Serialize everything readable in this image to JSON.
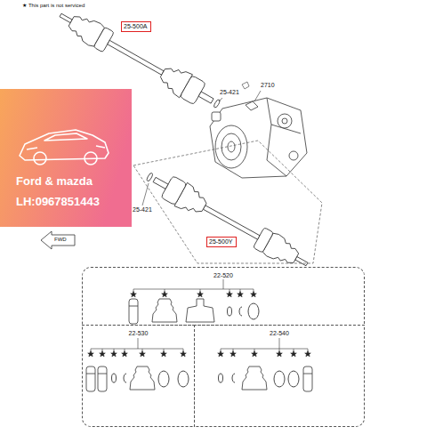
{
  "diagram": {
    "nodes": [
      {
        "text": [
          "Ford & mazda",
          "LH:0967851443"
        ]
      },
      {
        "text": [
          "25-500A"
        ]
      },
      {
        "text": [
          "25-500Y"
        ]
      },
      {
        "text": [
          "22-520"
        ]
      },
      {
        "text": [
          "22-530"
        ]
      },
      {
        "text": [
          "22-540"
        ]
      }
    ],
    "labels": [
      "★ This part is not serviced",
      "25-421",
      "2710",
      "25-421",
      "FWD"
    ]
  }
}
